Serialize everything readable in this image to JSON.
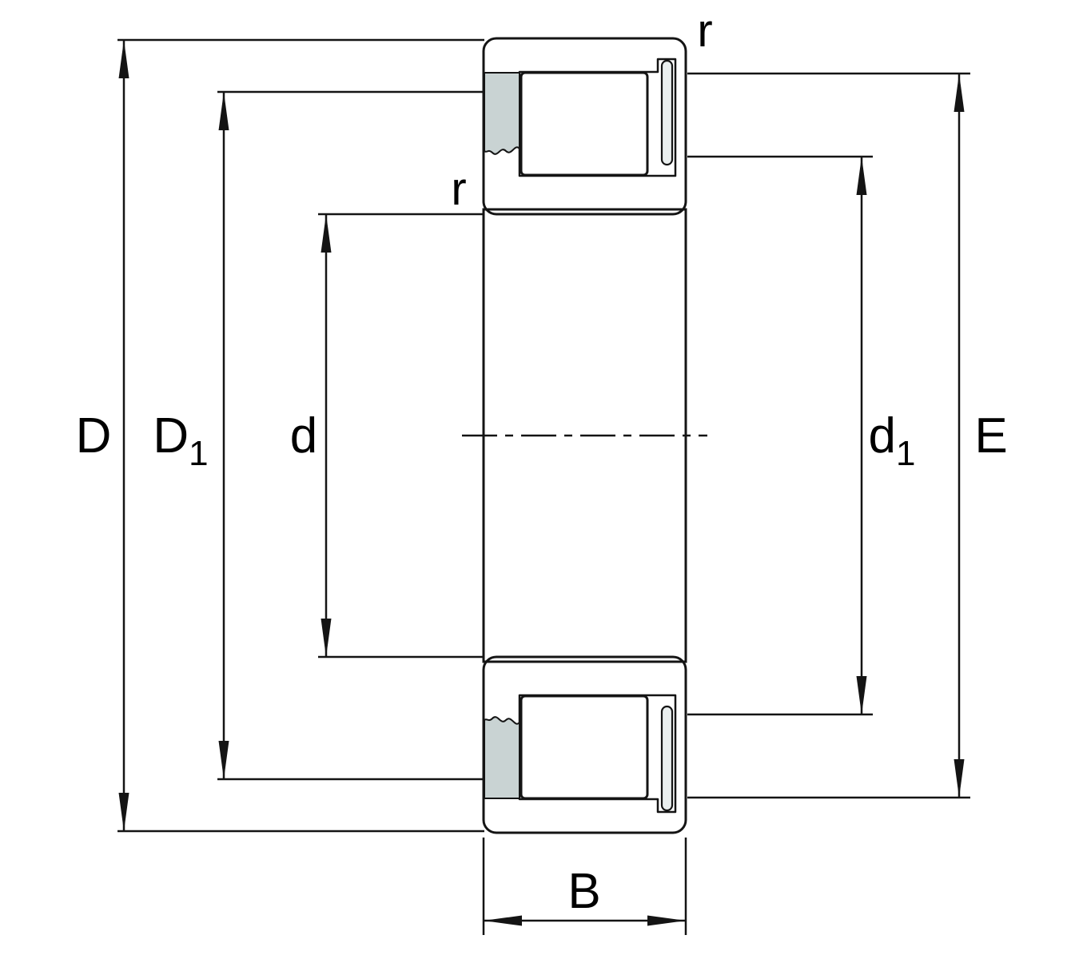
{
  "colors": {
    "ring": "#a2cfd0",
    "body": "#dcdcdc",
    "cage": "#c9d3d3",
    "pocket": "#ffffff",
    "pin": "#eaefef",
    "roller_dark": "#7d888b",
    "roller_mid": "#e4eaea",
    "roller_light": "#ffffff",
    "outline": "#141414"
  },
  "labels": {
    "D": "D",
    "D1": {
      "base": "D",
      "sub": "1"
    },
    "d": "d",
    "d1": {
      "base": "d",
      "sub": "1"
    },
    "E": "E",
    "B": "B",
    "r_outer": "r",
    "r_inner": "r"
  }
}
